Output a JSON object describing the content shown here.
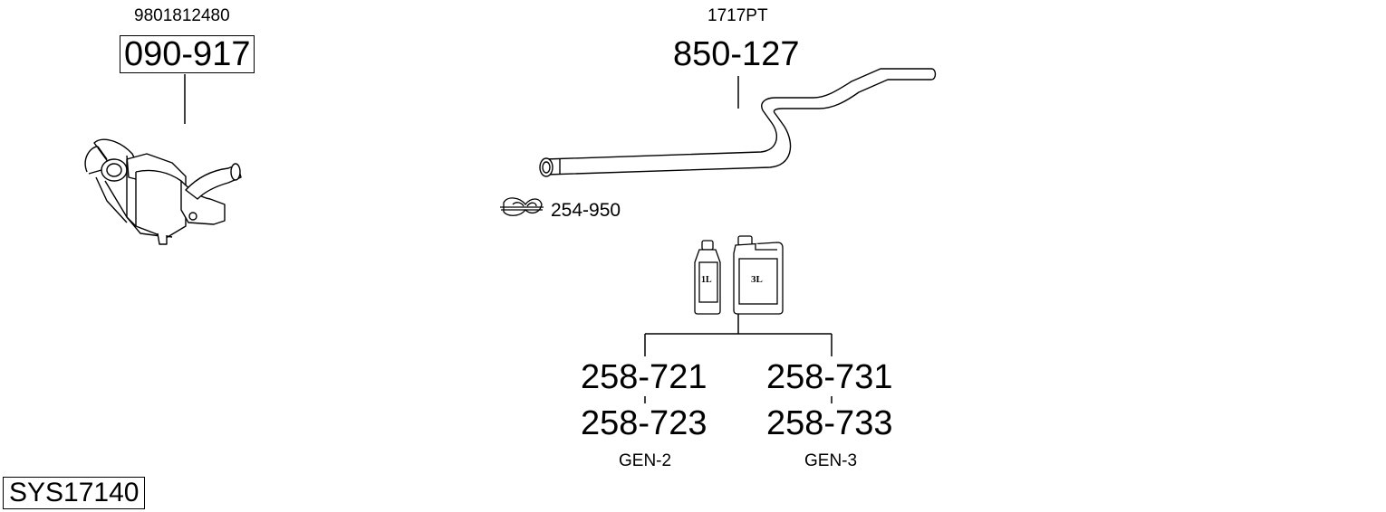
{
  "parts": {
    "catalyst": {
      "oe_number": "9801812480",
      "part_number": "090-917",
      "icon": "catalytic-converter-icon"
    },
    "pipe": {
      "oe_number": "1717PT",
      "part_number": "850-127",
      "icon": "exhaust-pipe-icon"
    },
    "clamp": {
      "part_number": "254-950",
      "icon": "clamp-icon"
    },
    "paste_1l": {
      "label": "1L",
      "icon": "bottle-icon"
    },
    "paste_3l": {
      "label": "3L",
      "icon": "canister-icon"
    },
    "gen2": {
      "part_a": "258-721",
      "part_b": "258-723",
      "group": "GEN-2"
    },
    "gen3": {
      "part_a": "258-731",
      "part_b": "258-733",
      "group": "GEN-3"
    }
  },
  "system_id": "SYS17140"
}
